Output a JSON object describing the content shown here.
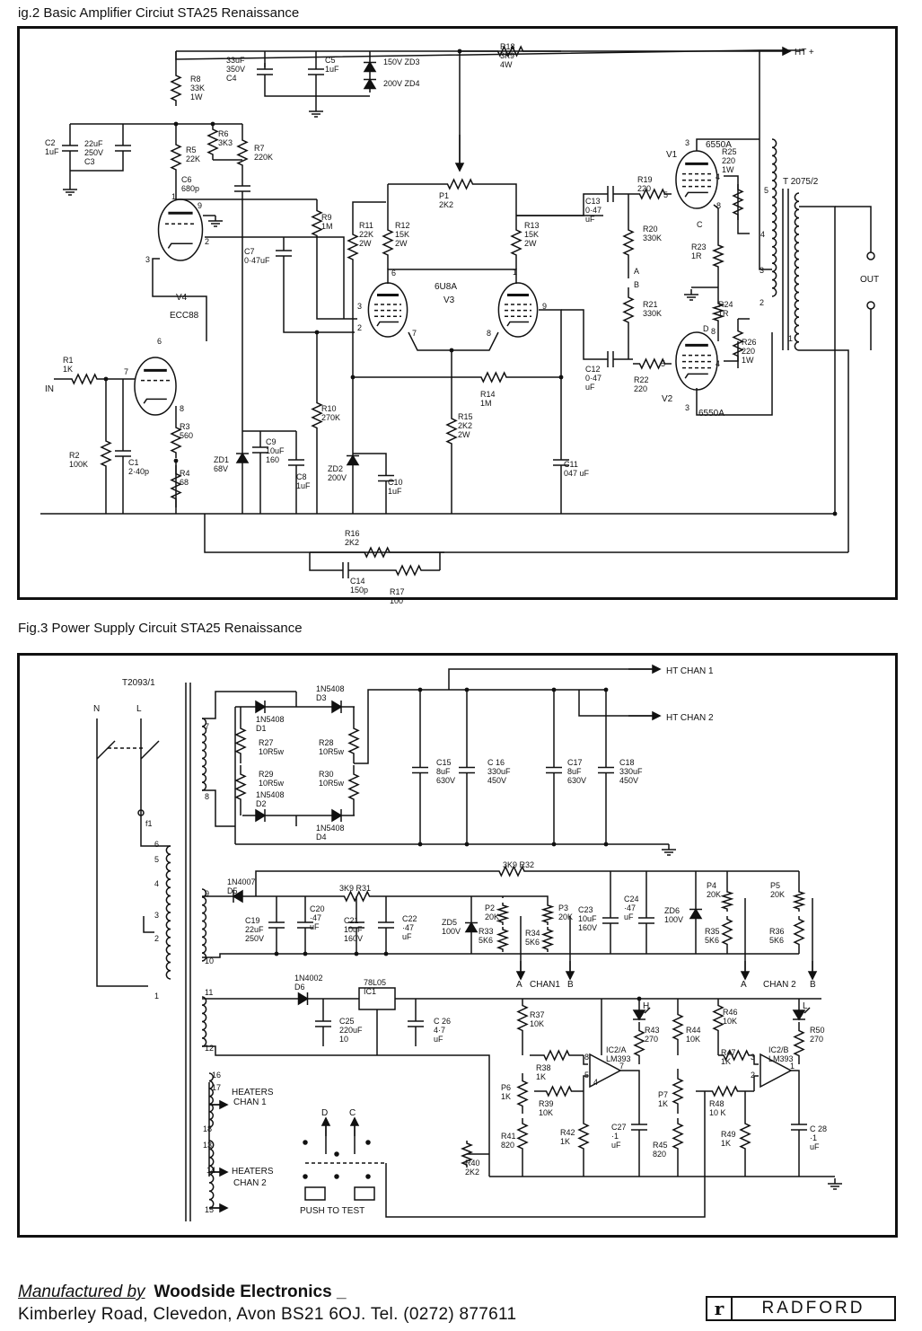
{
  "fig2": {
    "title": "ig.2 Basic Amplifier Circiut STA25 Renaissance",
    "rails": {
      "ht": "HT +",
      "in": "IN",
      "out": "OUT",
      "transformer": "T 2075/2"
    },
    "valves": [
      {
        "ref": "V4",
        "type": "ECC88"
      },
      {
        "ref": "V3",
        "type": "6U8A"
      },
      {
        "ref": "V1",
        "type": "6550A"
      },
      {
        "ref": "V2",
        "type": "6550A"
      }
    ],
    "labels": [
      {
        "id": "R1",
        "t": [
          "R1",
          "1K"
        ]
      },
      {
        "id": "R2",
        "t": [
          "R2",
          "100K"
        ]
      },
      {
        "id": "C1",
        "t": [
          "C1",
          "2·40p"
        ]
      },
      {
        "id": "R3",
        "t": [
          "R3",
          "560"
        ]
      },
      {
        "id": "R4",
        "t": [
          "R4",
          "68"
        ]
      },
      {
        "id": "C2",
        "t": [
          "C2",
          "1uF"
        ]
      },
      {
        "id": "C3",
        "t": [
          "22uF",
          "250V",
          "C3"
        ]
      },
      {
        "id": "R8",
        "t": [
          "R8",
          "33K",
          "1W"
        ]
      },
      {
        "id": "R5",
        "t": [
          "R5",
          "22K"
        ]
      },
      {
        "id": "R6",
        "t": [
          "R6",
          "3K3"
        ]
      },
      {
        "id": "R7",
        "t": [
          "R7",
          "220K"
        ]
      },
      {
        "id": "C6",
        "t": [
          "C6",
          "680p"
        ]
      },
      {
        "id": "C4",
        "t": [
          "33uF",
          "350V",
          "C4"
        ]
      },
      {
        "id": "C5",
        "t": [
          "C5",
          "1uF"
        ]
      },
      {
        "id": "ZD3",
        "t": [
          "150V ZD3"
        ]
      },
      {
        "id": "ZD4",
        "t": [
          "200V ZD4"
        ]
      },
      {
        "id": "R18",
        "t": [
          "R18",
          "3K9",
          "4W"
        ]
      },
      {
        "id": "R9",
        "t": [
          "R9",
          "1M"
        ]
      },
      {
        "id": "C7",
        "t": [
          "C7",
          "0·47uF"
        ]
      },
      {
        "id": "R11",
        "t": [
          "R11",
          "22K",
          "2W"
        ]
      },
      {
        "id": "R12",
        "t": [
          "R12",
          "15K",
          "2W"
        ]
      },
      {
        "id": "P1",
        "t": [
          "P1",
          "2K2"
        ]
      },
      {
        "id": "R13",
        "t": [
          "R13",
          "15K",
          "2W"
        ]
      },
      {
        "id": "R10",
        "t": [
          "R10",
          "270K"
        ]
      },
      {
        "id": "ZD1",
        "t": [
          "ZD1",
          "68V"
        ]
      },
      {
        "id": "C9",
        "t": [
          "C9",
          "10uF",
          "160"
        ]
      },
      {
        "id": "C8",
        "t": [
          "C8",
          "1uF"
        ]
      },
      {
        "id": "ZD2",
        "t": [
          "ZD2",
          "200V"
        ]
      },
      {
        "id": "C10",
        "t": [
          "C10",
          "1uF"
        ]
      },
      {
        "id": "R14",
        "t": [
          "R14",
          "1M"
        ]
      },
      {
        "id": "R15",
        "t": [
          "R15",
          "2K2",
          "2W"
        ]
      },
      {
        "id": "C11",
        "t": [
          "C11",
          "047 uF"
        ]
      },
      {
        "id": "C13",
        "t": [
          "C13",
          "0·47",
          "uF"
        ]
      },
      {
        "id": "C12",
        "t": [
          "C12",
          "0·47",
          "uF"
        ]
      },
      {
        "id": "R19",
        "t": [
          "R19",
          "220"
        ]
      },
      {
        "id": "R20",
        "t": [
          "R20",
          "330K"
        ]
      },
      {
        "id": "R21",
        "t": [
          "R21",
          "330K"
        ]
      },
      {
        "id": "R22",
        "t": [
          "R22",
          "220"
        ]
      },
      {
        "id": "R23",
        "t": [
          "R23",
          "1R"
        ]
      },
      {
        "id": "R24",
        "t": [
          "R24",
          "1R"
        ]
      },
      {
        "id": "R25",
        "t": [
          "R25",
          "220",
          "1W"
        ]
      },
      {
        "id": "R26",
        "t": [
          "R26",
          "220",
          "1W"
        ]
      },
      {
        "id": "R16",
        "t": [
          "R16",
          "2K2"
        ]
      },
      {
        "id": "C14",
        "t": [
          "C14",
          "150p"
        ]
      },
      {
        "id": "R17",
        "t": [
          "R17",
          "100"
        ]
      }
    ],
    "pins": [
      "1",
      "2",
      "3",
      "9",
      "6",
      "7",
      "8",
      "3",
      "2",
      "6",
      "7",
      "8",
      "1",
      "9",
      "3",
      "5",
      "4",
      "8",
      "8",
      "5",
      "4",
      "3",
      "5",
      "4",
      "3",
      "2",
      "1"
    ],
    "points": [
      "A",
      "B",
      "C",
      "D"
    ]
  },
  "fig3": {
    "title": "Fig.3 Power Supply Circuit STA25 Renaissance",
    "transformer": "T2093/1",
    "mains": [
      "N",
      "L"
    ],
    "fuse": "f1",
    "outputs": [
      "HT  CHAN 1",
      "HT  CHAN 2"
    ],
    "labels": [
      {
        "id": "D1",
        "t": [
          "1N5408",
          "D1"
        ]
      },
      {
        "id": "D2",
        "t": [
          "1N5408",
          "D2"
        ]
      },
      {
        "id": "D3",
        "t": [
          "1N5408",
          "D3"
        ]
      },
      {
        "id": "D4",
        "t": [
          "1N5408",
          "D4"
        ]
      },
      {
        "id": "R27",
        "t": [
          "R27",
          "10R5w"
        ]
      },
      {
        "id": "R28",
        "t": [
          "R28",
          "10R5w"
        ]
      },
      {
        "id": "R29",
        "t": [
          "R29",
          "10R5w"
        ]
      },
      {
        "id": "R30",
        "t": [
          "R30",
          "10R5w"
        ]
      },
      {
        "id": "C15",
        "t": [
          "C15",
          "8uF",
          "630V"
        ]
      },
      {
        "id": "C16",
        "t": [
          "C 16",
          "330uF",
          "450V"
        ]
      },
      {
        "id": "C17",
        "t": [
          "C17",
          "8uF",
          "630V"
        ]
      },
      {
        "id": "C18",
        "t": [
          "C18",
          "330uF",
          "450V"
        ]
      },
      {
        "id": "D5",
        "t": [
          "1N4007",
          "D5"
        ]
      },
      {
        "id": "R32",
        "t": [
          "3K9  R32"
        ]
      },
      {
        "id": "R31",
        "t": [
          "3K9  R31"
        ]
      },
      {
        "id": "C19",
        "t": [
          "C19",
          "22uF",
          "250V"
        ]
      },
      {
        "id": "C20",
        "t": [
          "C20",
          "·47",
          "uF"
        ]
      },
      {
        "id": "C21",
        "t": [
          "C21",
          "10uF",
          "160V"
        ]
      },
      {
        "id": "C22",
        "t": [
          "C22",
          "·47",
          "uF"
        ]
      },
      {
        "id": "ZD5",
        "t": [
          "ZD5",
          "100V"
        ]
      },
      {
        "id": "P2",
        "t": [
          "P2",
          "20K"
        ]
      },
      {
        "id": "R33",
        "t": [
          "R33",
          "5K6"
        ]
      },
      {
        "id": "R34",
        "t": [
          "R34",
          "5K6"
        ]
      },
      {
        "id": "P3",
        "t": [
          "P3",
          "20K"
        ]
      },
      {
        "id": "C23",
        "t": [
          "C23",
          "10uF",
          "160V"
        ]
      },
      {
        "id": "C24",
        "t": [
          "C24",
          "·47",
          "uF"
        ]
      },
      {
        "id": "ZD6",
        "t": [
          "ZD6",
          "100V"
        ]
      },
      {
        "id": "P4",
        "t": [
          "P4",
          "20K"
        ]
      },
      {
        "id": "R35",
        "t": [
          "R35",
          "5K6"
        ]
      },
      {
        "id": "P5",
        "t": [
          "P5",
          "20K"
        ]
      },
      {
        "id": "R36",
        "t": [
          "R36",
          "5K6"
        ]
      },
      {
        "id": "D6",
        "t": [
          "1N4002",
          "D6"
        ]
      },
      {
        "id": "IC1",
        "t": [
          "78L05",
          "IC1"
        ]
      },
      {
        "id": "C25",
        "t": [
          "C25",
          "220uF",
          "10"
        ]
      },
      {
        "id": "C26",
        "t": [
          "C 26",
          "4·7",
          "uF"
        ]
      },
      {
        "id": "R37",
        "t": [
          "R37",
          "10K"
        ]
      },
      {
        "id": "R38",
        "t": [
          "R38",
          "1K"
        ]
      },
      {
        "id": "P6",
        "t": [
          "P6",
          "1K"
        ]
      },
      {
        "id": "R39",
        "t": [
          "R39",
          "10K"
        ]
      },
      {
        "id": "R41",
        "t": [
          "R41",
          "820"
        ]
      },
      {
        "id": "R42",
        "t": [
          "R42",
          "1K"
        ]
      },
      {
        "id": "R40",
        "t": [
          "R40",
          "2K2"
        ]
      },
      {
        "id": "IC2A",
        "t": [
          "IC2/A",
          "LM393"
        ]
      },
      {
        "id": "R43",
        "t": [
          "R43",
          "270"
        ]
      },
      {
        "id": "C27",
        "t": [
          "C27",
          "·1",
          "uF"
        ]
      },
      {
        "id": "R44",
        "t": [
          "R44",
          "10K"
        ]
      },
      {
        "id": "P7",
        "t": [
          "P7",
          "1K"
        ]
      },
      {
        "id": "R45",
        "t": [
          "R45",
          "820"
        ]
      },
      {
        "id": "R46",
        "t": [
          "R46",
          "10K"
        ]
      },
      {
        "id": "R47",
        "t": [
          "R47",
          "1K"
        ]
      },
      {
        "id": "R48",
        "t": [
          "R48",
          "10 K"
        ]
      },
      {
        "id": "R49",
        "t": [
          "R49",
          "1K"
        ]
      },
      {
        "id": "IC2B",
        "t": [
          "IC2/B",
          "LM393"
        ]
      },
      {
        "id": "R50",
        "t": [
          "R50",
          "270"
        ]
      },
      {
        "id": "C28",
        "t": [
          "C 28",
          "·1",
          "uF"
        ]
      }
    ],
    "taps": [
      "7",
      "8",
      "6",
      "5",
      "4",
      "3",
      "2",
      "1",
      "9",
      "10",
      "11",
      "12",
      "16",
      "17",
      "18",
      "13",
      "14",
      "15"
    ],
    "ic_pins": [
      "8",
      "5",
      "4",
      "7",
      "3",
      "2",
      "1"
    ],
    "heaters": [
      [
        "HEATERS",
        "CHAN 1"
      ],
      [
        "HEATERS",
        "CHAN 2"
      ]
    ],
    "bias_points": {
      "chan1": [
        "A",
        "CHAN1",
        "B"
      ],
      "chan2": [
        "A",
        "CHAN 2",
        "B"
      ]
    },
    "leds": [
      "H",
      "L"
    ],
    "switch": [
      "D",
      "C"
    ],
    "test": "PUSH  TO  TEST"
  },
  "footer": {
    "line1a": "Manufactured by",
    "line1b": "Woodside Electronics _",
    "line2": "Kimberley Road, Clevedon, Avon BS21 6OJ.   Tel. (0272) 877611",
    "logo_mark": "r",
    "logo_text": "RADFORD"
  }
}
